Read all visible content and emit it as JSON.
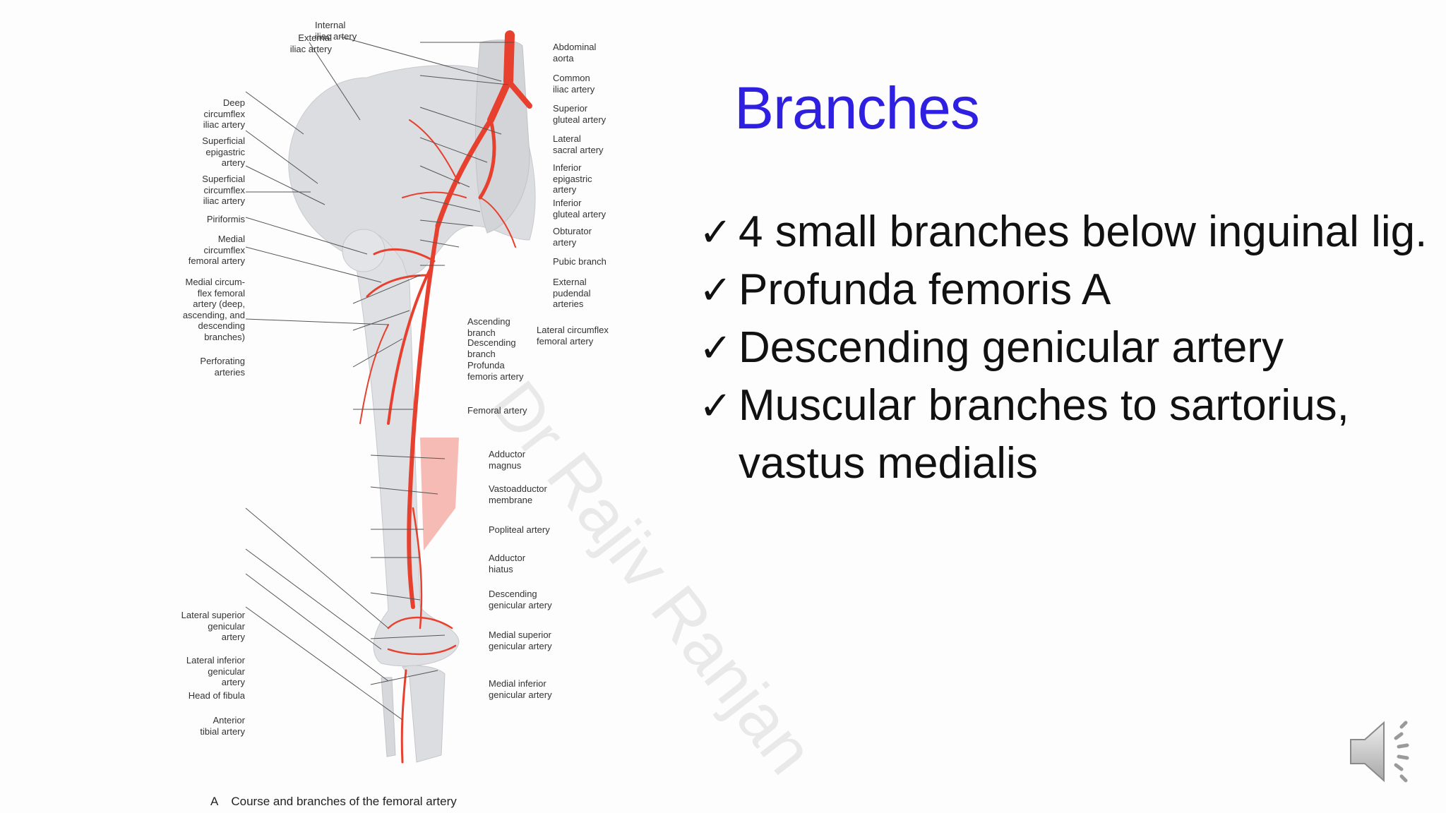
{
  "slide": {
    "title": "Branches",
    "bullets": [
      "4 small branches below inguinal lig.",
      "Profunda femoris A",
      "Descending genicular artery",
      "Muscular branches to sartorius, vastus medialis"
    ],
    "check_icon": "check-mark-icon",
    "watermark": "Dr Rajiv Ranjan",
    "audio_icon": "speaker-icon"
  },
  "figure": {
    "caption_letter": "A",
    "caption": "Course and branches of the femoral artery",
    "colors": {
      "artery": "#e8402e",
      "bone": "#d9dadc"
    },
    "labels": {
      "internal_iliac": "Internal\niliac artery",
      "external_iliac": "External\niliac artery",
      "abdominal_aorta": "Abdominal\naorta",
      "common_iliac": "Common\niliac artery",
      "deep_circumflex": "Deep\ncircumflex\niliac artery",
      "superior_gluteal": "Superior\ngluteal artery",
      "superficial_epigastric": "Superficial\nepigastric\nartery",
      "lateral_sacral": "Lateral\nsacral artery",
      "superficial_circumflex": "Superficial\ncircumflex\niliac artery",
      "inferior_epigastric": "Inferior\nepigastric\nartery",
      "inferior_gluteal": "Inferior\ngluteal artery",
      "piriformis": "Piriformis",
      "obturator": "Obturator\nartery",
      "medial_circumflex": "Medial\ncircumflex\nfemoral artery",
      "pubic_branch": "Pubic branch",
      "external_pudendal": "External\npudendal\narteries",
      "medial_circumflex_deep": "Medial circum-\nflex femoral\nartery (deep,\nascending, and\ndescending\nbranches)",
      "ascending_branch": "Ascending\nbranch",
      "descending_branch": "Descending\nbranch",
      "lateral_circumflex": "Lateral circumflex\nfemoral artery",
      "perforating": "Perforating\narteries",
      "profunda": "Profunda\nfemoris artery",
      "femoral": "Femoral artery",
      "adductor_magnus": "Adductor\nmagnus",
      "vastoadductor": "Vastoadductor\nmembrane",
      "popliteal": "Popliteal artery",
      "adductor_hiatus": "Adductor\nhiatus",
      "descending_genicular": "Descending\ngenicular artery",
      "lateral_superior_genicular": "Lateral superior\ngenicular\nartery",
      "medial_superior_genicular": "Medial superior\ngenicular artery",
      "lateral_inferior_genicular": "Lateral inferior\ngenicular\nartery",
      "head_of_fibula": "Head of fibula",
      "medial_inferior_genicular": "Medial inferior\ngenicular artery",
      "anterior_tibial": "Anterior\ntibial artery"
    }
  }
}
